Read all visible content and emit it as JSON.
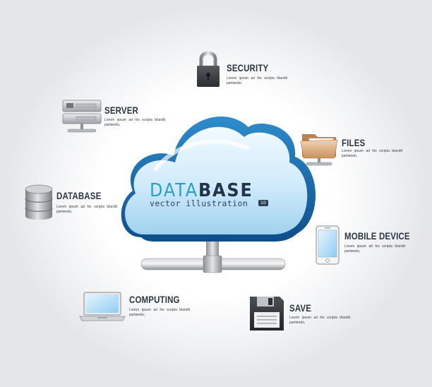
{
  "logo": {
    "word_part1": "DATA",
    "word_part2": "BASE",
    "subtitle": "vector illustration",
    "badge": "10"
  },
  "items": [
    {
      "key": "security",
      "title": "SECURITY",
      "desc": "Lorem ipsum ad his scripta blandit partiendo,",
      "icon": "padlock-icon"
    },
    {
      "key": "server",
      "title": "SERVER",
      "desc": "Lorem ipsum ad his scripta blandit partiendo,",
      "icon": "server-icon"
    },
    {
      "key": "files",
      "title": "FILES",
      "desc": "Lorem ipsum ad his scripta blandit partiendo,",
      "icon": "folder-icon"
    },
    {
      "key": "database",
      "title": "DATABASE",
      "desc": "Lorem ipsum ad his scripta blandit partiendo,",
      "icon": "database-icon"
    },
    {
      "key": "mobile",
      "title": "MOBILE DEVICE",
      "desc": "Lorem ipsum ad his scripta blandit partiendo,",
      "icon": "smartphone-icon"
    },
    {
      "key": "computing",
      "title": "COMPUTING",
      "desc": "Lorem ipsum ad his scripta blandit partiendo,",
      "icon": "laptop-icon"
    },
    {
      "key": "save",
      "title": "SAVE",
      "desc": "Lorem ipsum ad his scripta blandit partiendo,",
      "icon": "floppy-disk-icon"
    }
  ],
  "colors": {
    "cloud_light": "#eaf6fd",
    "cloud_mid": "#a9d8f2",
    "cloud_edge": "#1b74b3",
    "title_text": "#2c3742",
    "logo_accent": "#2aa0c6",
    "logo_dark": "#213448"
  }
}
